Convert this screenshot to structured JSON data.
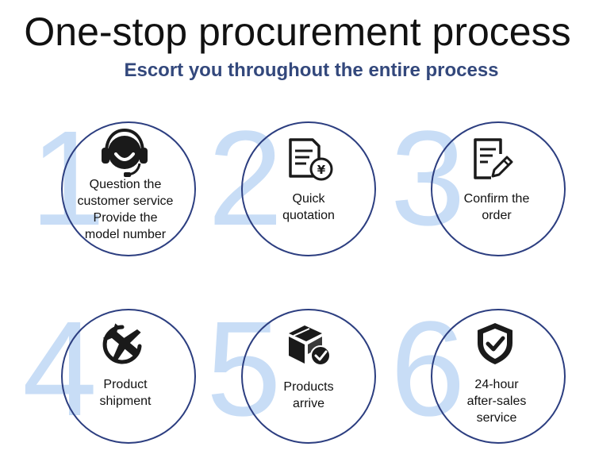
{
  "header": {
    "title": "One-stop procurement process",
    "subtitle": "Escort you throughout the entire process"
  },
  "colors": {
    "numeral": "#c8ddf6",
    "circle_border": "#2c3e80",
    "subtitle": "#33487c",
    "icon": "#1a1a1a"
  },
  "steps": [
    {
      "number": "1",
      "icon": "customer-service-headset-icon",
      "lines": [
        "Question the",
        "customer service",
        "Provide the",
        "model number"
      ]
    },
    {
      "number": "2",
      "icon": "quotation-document-yen-icon",
      "lines": [
        "Quick",
        "quotation"
      ]
    },
    {
      "number": "3",
      "icon": "edit-document-icon",
      "lines": [
        "Confirm the",
        "order"
      ]
    },
    {
      "number": "4",
      "icon": "airplane-shipment-icon",
      "lines": [
        "Product",
        "shipment"
      ]
    },
    {
      "number": "5",
      "icon": "package-check-icon",
      "lines": [
        "Products",
        "arrive"
      ]
    },
    {
      "number": "6",
      "icon": "shield-check-icon",
      "lines": [
        "24-hour",
        "after-sales",
        "service"
      ]
    }
  ]
}
